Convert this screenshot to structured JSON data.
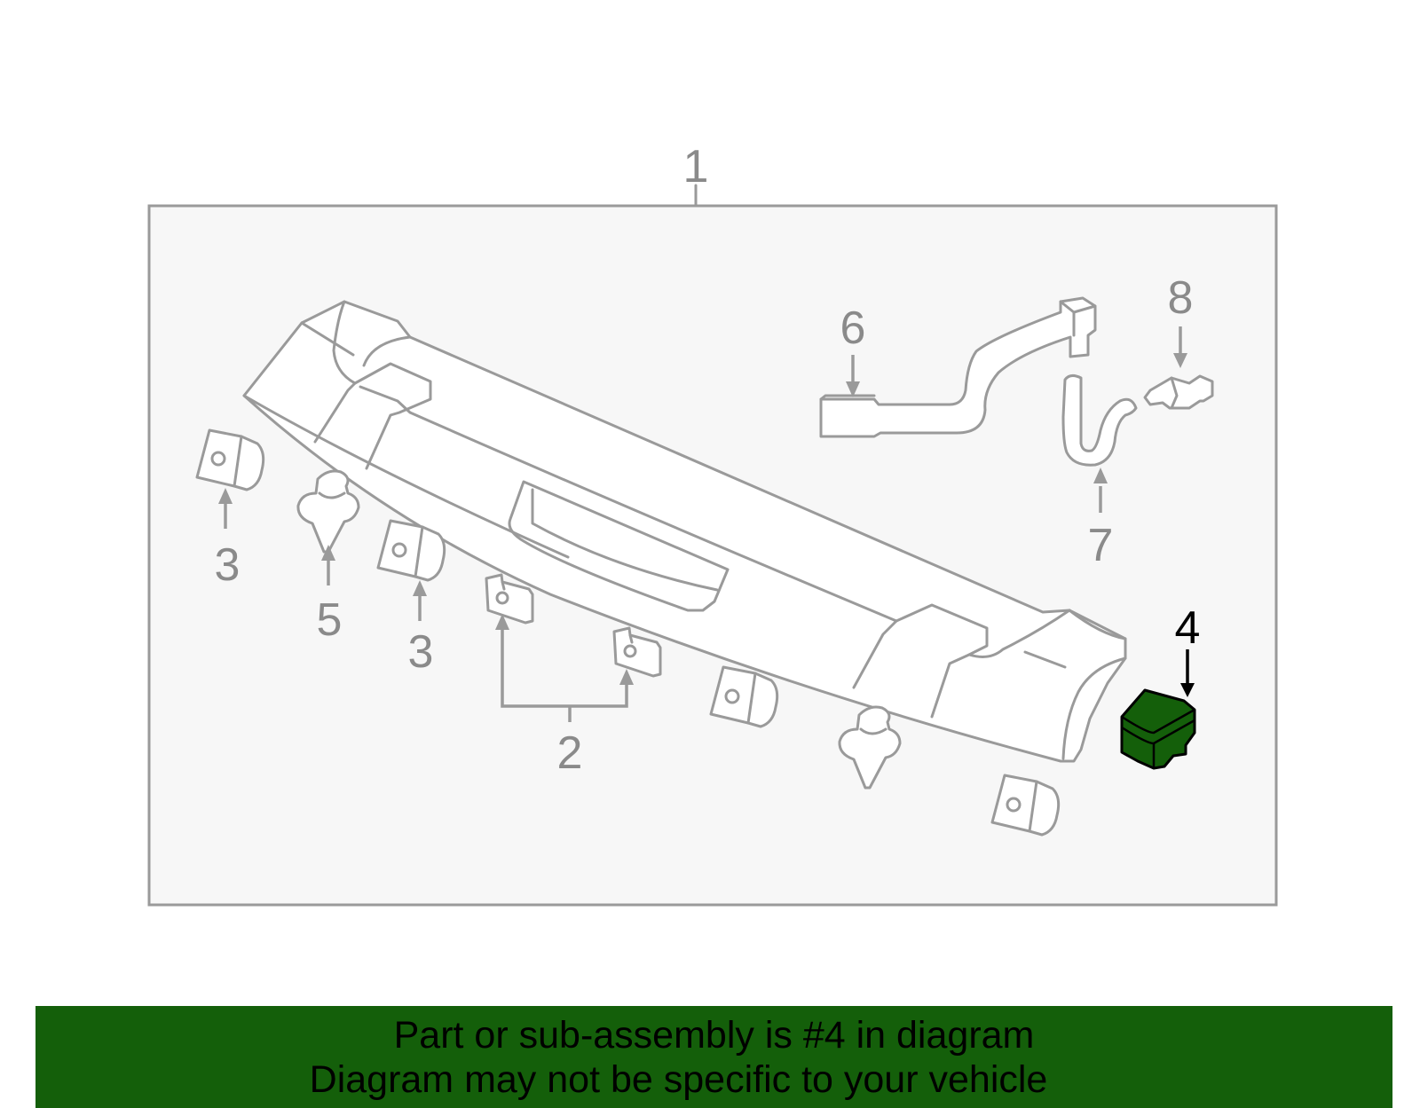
{
  "diagram": {
    "callouts": {
      "c1": "1",
      "c2": "2",
      "c3a": "3",
      "c3b": "3",
      "c4": "4",
      "c5": "5",
      "c6": "6",
      "c7": "7",
      "c8": "8"
    },
    "highlighted_part": "4",
    "highlight_color": "#145f0a",
    "frame_fill": "#f7f7f7",
    "line_color": "#9a9a9a"
  },
  "banner": {
    "line1": "Part or sub-assembly is #4 in diagram",
    "line2": "Diagram may not be specific to your vehicle",
    "color": "#145f0a"
  }
}
